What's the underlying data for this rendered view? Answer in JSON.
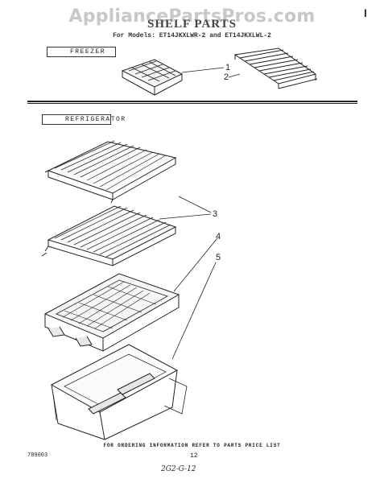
{
  "watermark": "AppliancePartsPros.com",
  "corner_mark": "I",
  "title": "SHELF PARTS",
  "models": "For Models: ET14JKXLWR-2 and ET14JKXLWL-2",
  "sections": {
    "freezer": "FREEZER",
    "refrigerator": "REFRIGERATOR"
  },
  "callouts": [
    "1",
    "2",
    "3",
    "4",
    "5"
  ],
  "footer_note": "FOR ORDERING INFORMATION REFER TO PARTS PRICE LIST",
  "drawing_number": "789003",
  "page_number": "12",
  "handwritten": "2G2-G-12"
}
